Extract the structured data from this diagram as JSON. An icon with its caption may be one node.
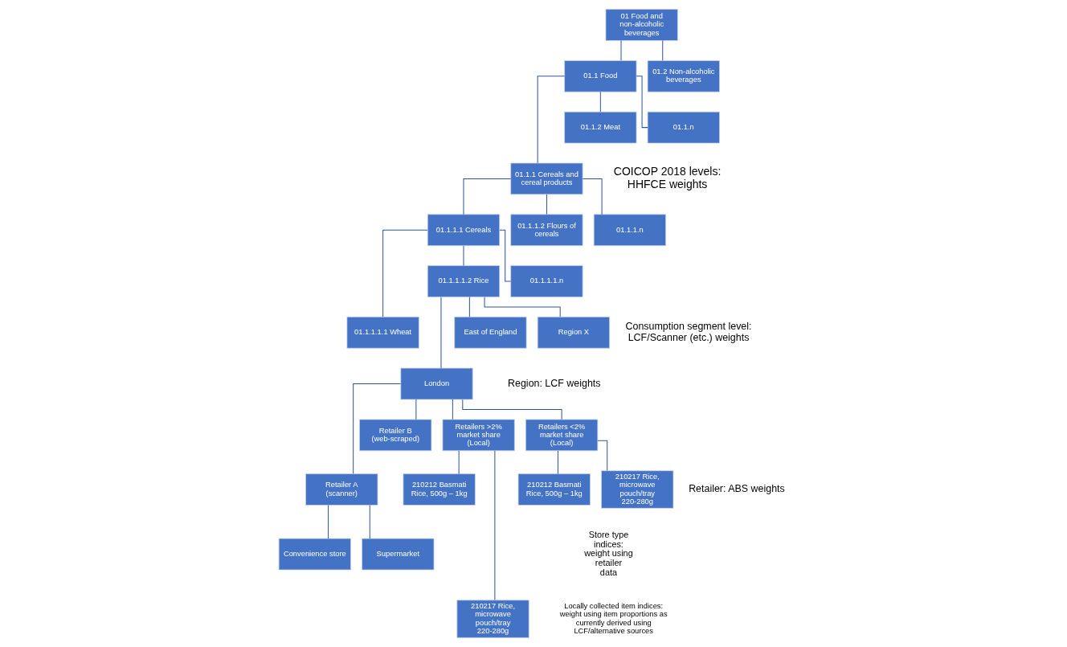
{
  "diagram": {
    "nodes": [
      {
        "text": [
          "01 Food and non-alcoholic beverages"
        ]
      },
      {
        "text": [
          "01.1 Food"
        ]
      },
      {
        "text": [
          "01.2 Non-alcoholic beverages"
        ]
      },
      {
        "text": [
          "01.1.1 Cereals and cereal products"
        ]
      },
      {
        "text": [
          "01.1.2 Meat"
        ]
      },
      {
        "text": [
          "01.1.n"
        ]
      },
      {
        "text": [
          "01.1.1.1 Cereals"
        ]
      },
      {
        "text": [
          "01.1.1.2 Flours of cereals"
        ]
      },
      {
        "text": [
          "01.1.1.n"
        ]
      },
      {
        "text": [
          "01.1.1.1.1 Wheat"
        ]
      },
      {
        "text": [
          "01.1.1.1.2 Rice"
        ]
      },
      {
        "text": [
          "01.1.1.1.n"
        ]
      },
      {
        "text": [
          "London"
        ]
      },
      {
        "text": [
          "East of England"
        ]
      },
      {
        "text": [
          "Region X"
        ]
      },
      {
        "text": [
          "Retailer A (scanner)"
        ]
      },
      {
        "text": [
          "Retailer B (web-scraped)"
        ]
      },
      {
        "text": [
          "Retailers >2% market share (Local)"
        ]
      },
      {
        "text": [
          "Retailers <2% market share (Local)"
        ]
      },
      {
        "text": [
          "Convenience store"
        ]
      },
      {
        "text": [
          "Supermarket"
        ]
      },
      {
        "text": [
          "210212 Basmati Rice, 500g – 1kg"
        ]
      },
      {
        "text": [
          "210217 Rice, microwave pouch/tray 220-280g"
        ]
      },
      {
        "text": [
          "210212 Basmati Rice, 500g – 1kg"
        ]
      },
      {
        "text": [
          "210217 Rice, microwave pouch/tray 220-280g"
        ]
      }
    ],
    "edges": [
      {
        "from": 0,
        "to": 1,
        "arrow": "none"
      },
      {
        "from": 0,
        "to": 2,
        "arrow": "none"
      },
      {
        "from": 1,
        "to": 3,
        "arrow": "none"
      },
      {
        "from": 1,
        "to": 4,
        "arrow": "none"
      },
      {
        "from": 1,
        "to": 5,
        "arrow": "none"
      },
      {
        "from": 3,
        "to": 6,
        "arrow": "none"
      },
      {
        "from": 3,
        "to": 7,
        "arrow": "none"
      },
      {
        "from": 3,
        "to": 8,
        "arrow": "none"
      },
      {
        "from": 6,
        "to": 9,
        "arrow": "none"
      },
      {
        "from": 6,
        "to": 10,
        "arrow": "none"
      },
      {
        "from": 6,
        "to": 11,
        "arrow": "none"
      },
      {
        "from": 10,
        "to": 12,
        "arrow": "none"
      },
      {
        "from": 10,
        "to": 13,
        "arrow": "none"
      },
      {
        "from": 10,
        "to": 14,
        "arrow": "none"
      },
      {
        "from": 12,
        "to": 15,
        "arrow": "none"
      },
      {
        "from": 12,
        "to": 16,
        "arrow": "none"
      },
      {
        "from": 12,
        "to": 17,
        "arrow": "none"
      },
      {
        "from": 12,
        "to": 18,
        "arrow": "none"
      },
      {
        "from": 15,
        "to": 19,
        "arrow": "none"
      },
      {
        "from": 15,
        "to": 20,
        "arrow": "none"
      },
      {
        "from": 17,
        "to": 21,
        "arrow": "none"
      },
      {
        "from": 17,
        "to": 22,
        "arrow": "none"
      },
      {
        "from": 18,
        "to": 23,
        "arrow": "none"
      },
      {
        "from": 18,
        "to": 24,
        "arrow": "none"
      }
    ],
    "labels": [
      "COICOP 2018 levels: HHFCE weights",
      "Consumption segment level: LCF/Scanner (etc.) weights",
      "Region: LCF weights",
      "Retailer: ABS weights",
      "Store type indices: weight using retailer data",
      "Locally collected item indices: weight using item proportions as currently derived using LCF/alternative sources"
    ]
  }
}
